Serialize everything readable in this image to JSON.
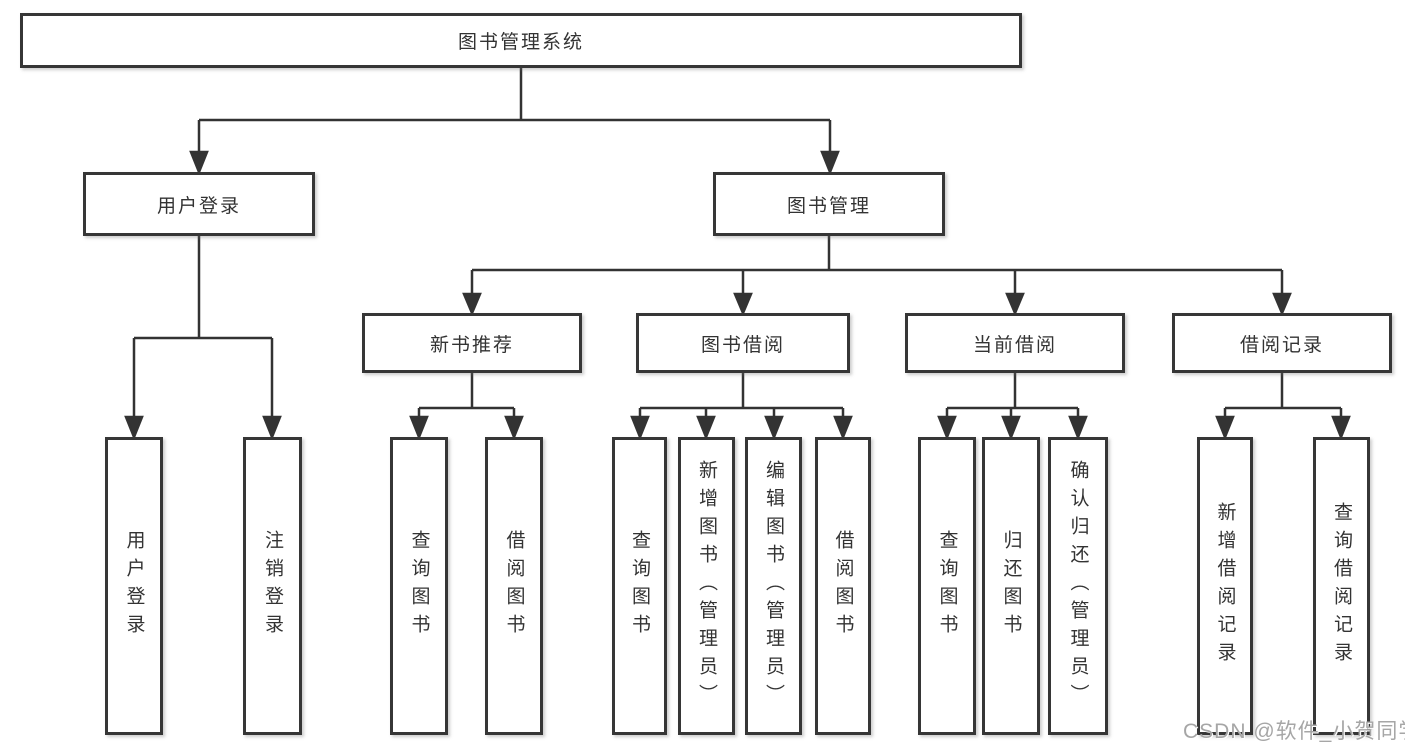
{
  "tree": {
    "root": {
      "label": "图书管理系统"
    },
    "branches": [
      {
        "label": "用户登录",
        "children": [
          {
            "label": "用户登录"
          },
          {
            "label": "注销登录"
          }
        ]
      },
      {
        "label": "图书管理",
        "groups": [
          {
            "label": "新书推荐",
            "children": [
              {
                "label": "查询图书"
              },
              {
                "label": "借阅图书"
              }
            ]
          },
          {
            "label": "图书借阅",
            "children": [
              {
                "label": "查询图书"
              },
              {
                "label": "新增图书（管理员）"
              },
              {
                "label": "编辑图书（管理员）"
              },
              {
                "label": "借阅图书"
              }
            ]
          },
          {
            "label": "当前借阅",
            "children": [
              {
                "label": "查询图书"
              },
              {
                "label": "归还图书"
              },
              {
                "label": "确认归还（管理员）"
              }
            ]
          },
          {
            "label": "借阅记录",
            "children": [
              {
                "label": "新增借阅记录"
              },
              {
                "label": "查询借阅记录"
              }
            ]
          }
        ]
      }
    ]
  },
  "watermark": "CSDN @软件_小贺同学",
  "colors": {
    "line": "#333333",
    "box_border": "#363636",
    "text": "#333333",
    "watermark": "#a6a6a6",
    "background": "#ffffff"
  }
}
